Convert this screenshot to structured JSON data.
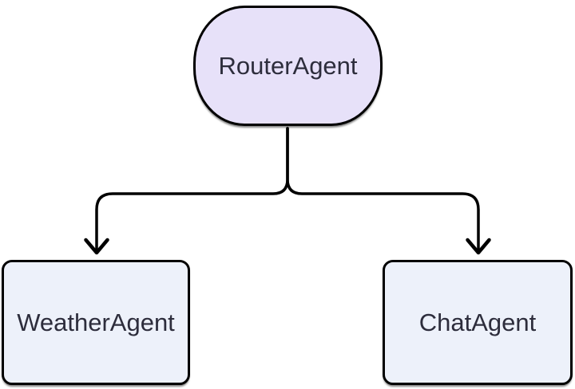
{
  "diagram": {
    "type": "flowchart",
    "direction": "top-down",
    "colors": {
      "background": "#ffffff",
      "edge_stroke": "#000000",
      "node_border": "#000000",
      "router_node_fill": "#e7e1f9",
      "leaf_node_fill": "#edf1fa",
      "label_text": "#2d2d3c"
    },
    "nodes": {
      "router": {
        "label": "RouterAgent",
        "shape": "stadium"
      },
      "weather": {
        "label": "WeatherAgent",
        "shape": "rounded-rectangle"
      },
      "chat": {
        "label": "ChatAgent",
        "shape": "rounded-rectangle"
      }
    },
    "edges": [
      {
        "from": "RouterAgent",
        "to": "WeatherAgent",
        "style": "arrow"
      },
      {
        "from": "RouterAgent",
        "to": "ChatAgent",
        "style": "arrow"
      }
    ]
  }
}
